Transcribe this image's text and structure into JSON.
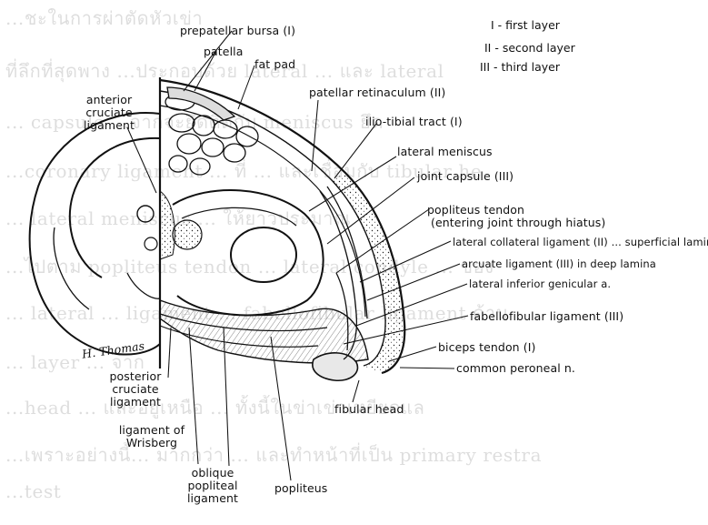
{
  "background_text": [
    "...ชะในการผ่าตัดหัวเข่า",
    "ที่ลึกที่สุดพาง ...ประกอบด้วย lateral ... และ lateral",
    "... capsule ...จากจะยึดติดกับ meniscus ยึด",
    "...coronary ligament ... ที่ ... และเชื่อมกับ tibular he",
    "... lateral meniscus ... ให้ยาวประมาณ",
    "...ไปตาม popliteus tendon ... lateral condyle ... ของ",
    "... lateral ... ligament ... fabellofibular ligament ด้าน",
    "... layer ... จาก",
    "...head ... และอยู่เหนือ ... ทั้งนี้ในข่าเข่าเหยียดแล",
    "...เพราะอย่างนี้... มากกว่า ... และทำหน้าที่เป็น primary restra",
    "...test"
  ],
  "legend": {
    "first": "I - first layer",
    "second": "II - second layer",
    "third": "III - third layer"
  },
  "labels": {
    "prepatellar_bursa": "prepatellar bursa (I)",
    "patella": "patella",
    "fat_pad": "fat pad",
    "anterior_cruciate": [
      "anterior",
      "cruciate",
      "ligament"
    ],
    "patellar_retinaculum": "patellar retinaculum (II)",
    "iliotibial_tract": "ilio-tibial tract (I)",
    "lateral_meniscus": "lateral meniscus",
    "joint_capsule": "joint capsule (III)",
    "popliteus_tendon": [
      "popliteus tendon",
      "(entering joint through hiatus)"
    ],
    "lateral_collateral": "lateral collateral ligament (II) ... superficial lamina",
    "arcuate_ligament": "arcuate ligament (III) in deep lamina",
    "lateral_inferior_genicular": "lateral inferior genicular a.",
    "fabellofibular": "fabellofibular ligament (III)",
    "biceps_tendon": "biceps tendon (I)",
    "common_peroneal": "common peroneal n.",
    "posterior_cruciate": [
      "posterior",
      "cruciate",
      "ligament"
    ],
    "fibular_head": "fibular head",
    "ligament_wrisberg": [
      "ligament of",
      "Wrisberg"
    ],
    "oblique_popliteal": [
      "oblique",
      "popliteal",
      "ligament"
    ],
    "popliteus": "popliteus",
    "signature": "H. Thomas"
  }
}
